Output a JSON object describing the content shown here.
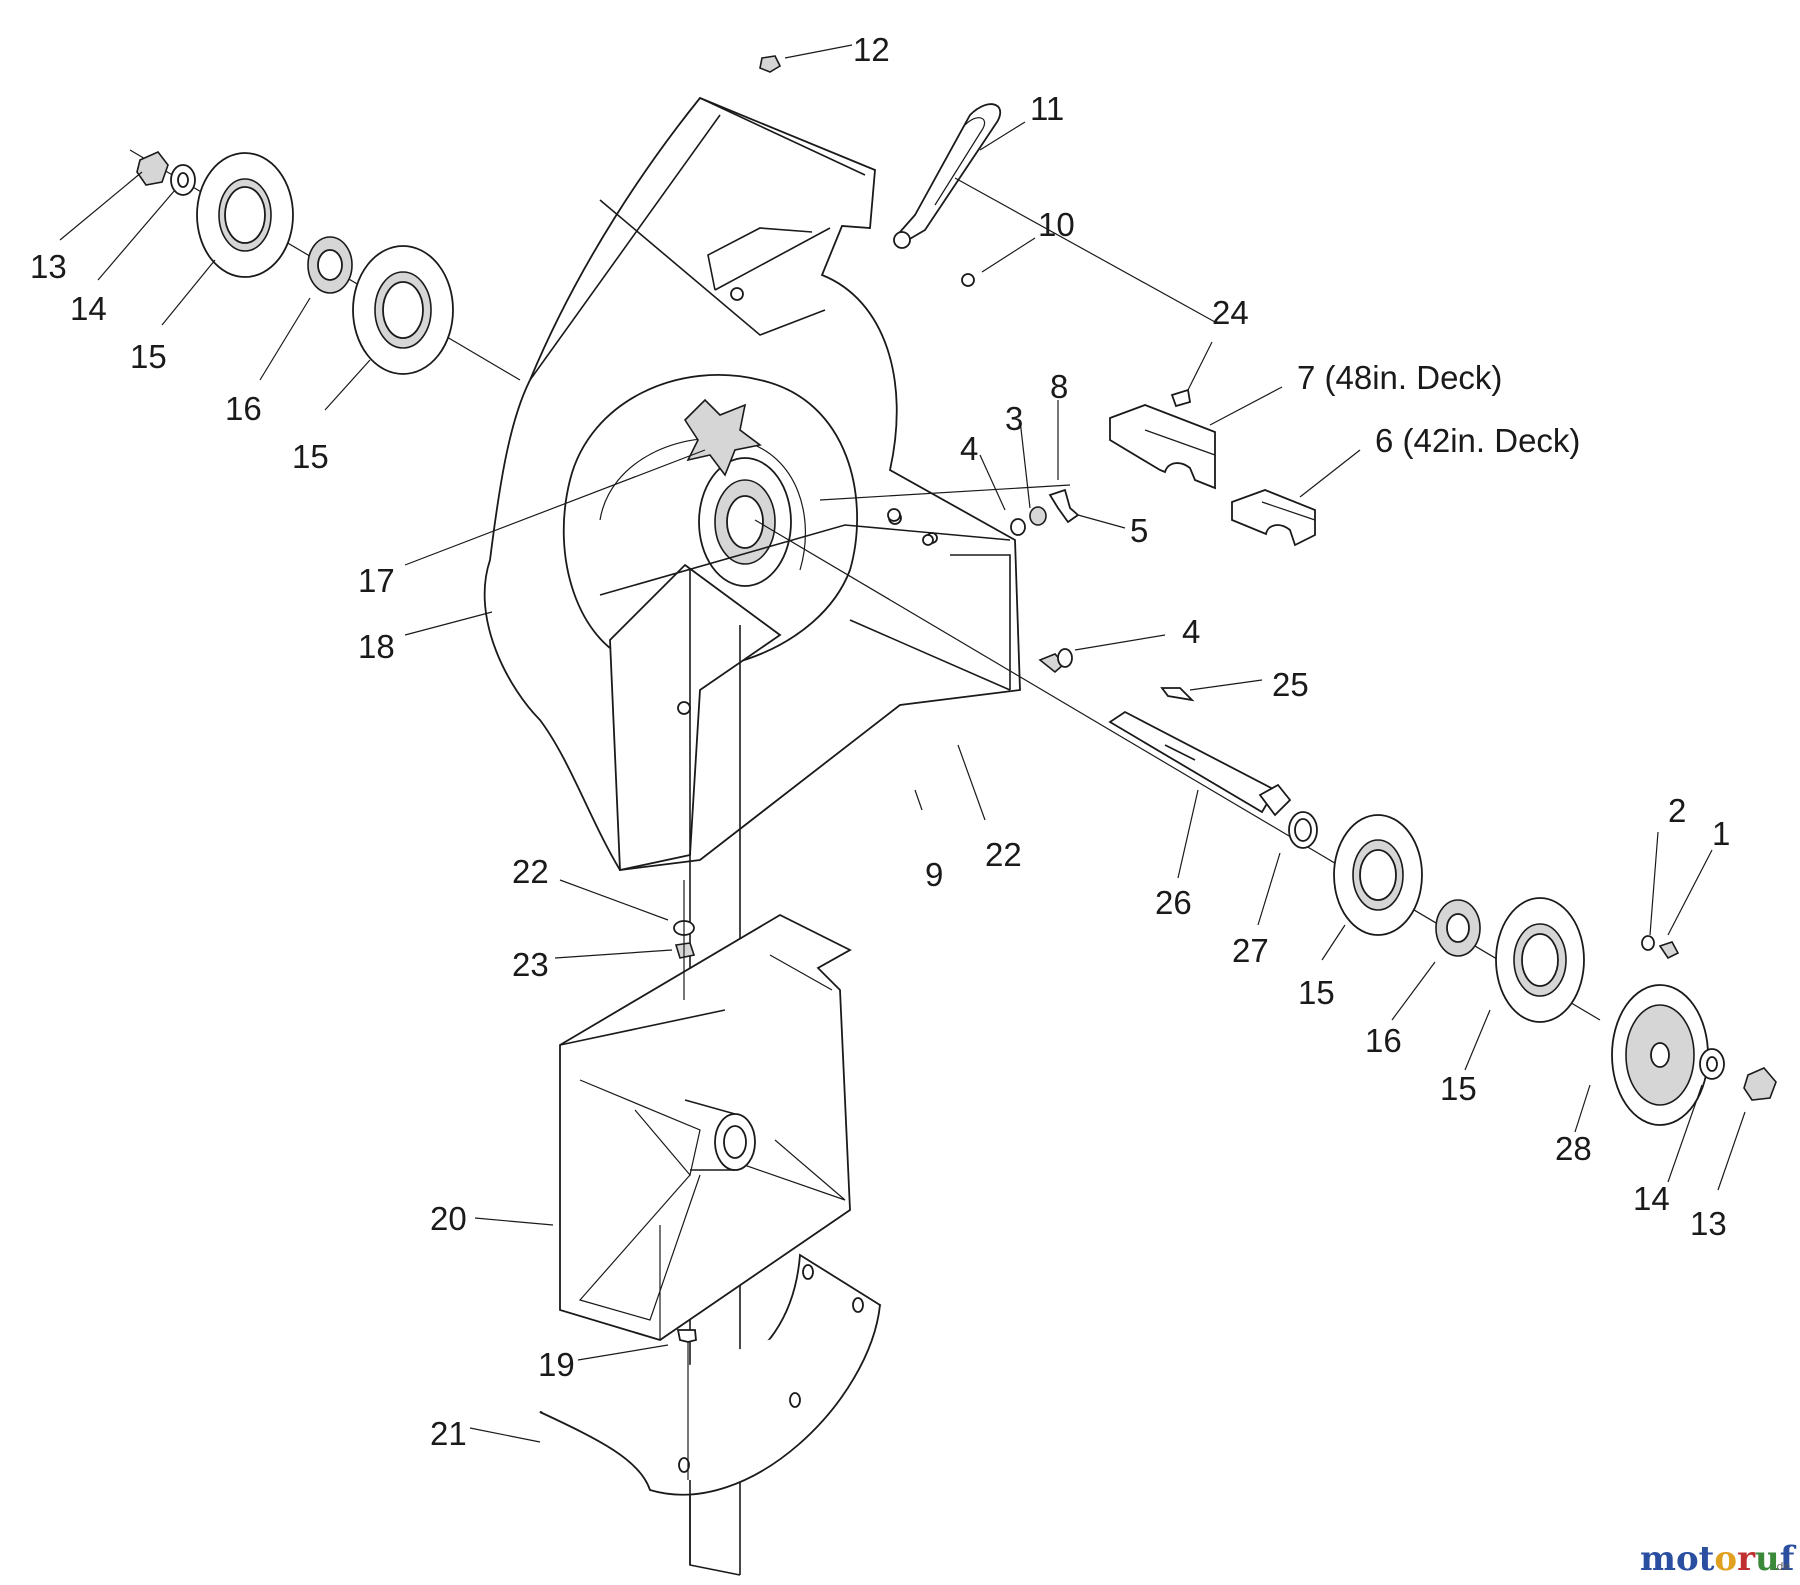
{
  "callouts": [
    {
      "id": "c12a",
      "text": "12"
    },
    {
      "id": "c11",
      "text": "11"
    },
    {
      "id": "c10",
      "text": "10"
    },
    {
      "id": "c24",
      "text": "24"
    },
    {
      "id": "c7",
      "text": "7 (48in. Deck)"
    },
    {
      "id": "c6",
      "text": "6 (42in. Deck)"
    },
    {
      "id": "c13a",
      "text": "13"
    },
    {
      "id": "c14a",
      "text": "14"
    },
    {
      "id": "c15a",
      "text": "15"
    },
    {
      "id": "c16a",
      "text": "16"
    },
    {
      "id": "c15b",
      "text": "15"
    },
    {
      "id": "c8",
      "text": "8"
    },
    {
      "id": "c3",
      "text": "3"
    },
    {
      "id": "c4a",
      "text": "4"
    },
    {
      "id": "c5",
      "text": "5"
    },
    {
      "id": "c17",
      "text": "17"
    },
    {
      "id": "c18",
      "text": "18"
    },
    {
      "id": "c4b",
      "text": "4"
    },
    {
      "id": "c25",
      "text": "25"
    },
    {
      "id": "c9",
      "text": "9"
    },
    {
      "id": "c22a",
      "text": "22"
    },
    {
      "id": "c22b",
      "text": "22"
    },
    {
      "id": "c23",
      "text": "23"
    },
    {
      "id": "c26",
      "text": "26"
    },
    {
      "id": "c27",
      "text": "27"
    },
    {
      "id": "c15c",
      "text": "15"
    },
    {
      "id": "c16b",
      "text": "16"
    },
    {
      "id": "c15d",
      "text": "15"
    },
    {
      "id": "c2",
      "text": "2"
    },
    {
      "id": "c1",
      "text": "1"
    },
    {
      "id": "c28",
      "text": "28"
    },
    {
      "id": "c14b",
      "text": "14"
    },
    {
      "id": "c13b",
      "text": "13"
    },
    {
      "id": "c20",
      "text": "20"
    },
    {
      "id": "c19",
      "text": "19"
    },
    {
      "id": "c21",
      "text": "21"
    }
  ],
  "watermark": {
    "brand": "motoruf",
    "suffix": ".de",
    "colors": [
      "#2a4ea0",
      "#2a4ea0",
      "#2a4ea0",
      "#e0a020",
      "#c03030",
      "#3a8a3a",
      "#2a4ea0"
    ]
  }
}
